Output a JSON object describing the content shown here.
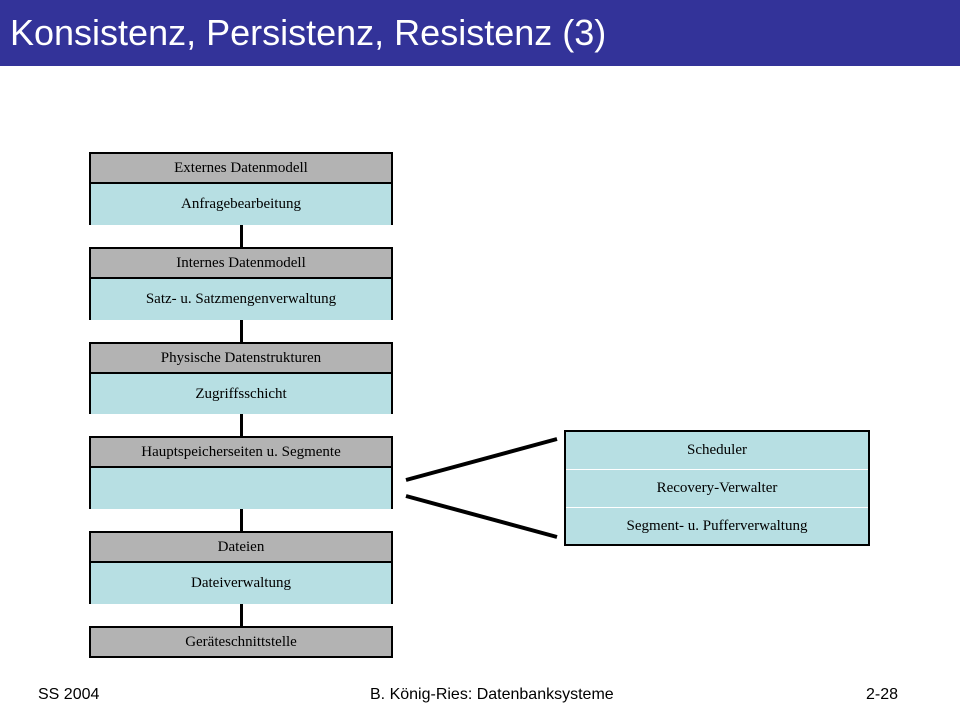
{
  "slide": {
    "title": "Konsistenz, Persistenz, Resistenz (3)"
  },
  "layers": [
    {
      "head": "Externes Datenmodell",
      "body": "Anfragebearbeitung"
    },
    {
      "head": "Internes Datenmodell",
      "body": "Satz- u. Satzmengenverwaltung"
    },
    {
      "head": "Physische Datenstrukturen",
      "body": "Zugriffsschicht"
    },
    {
      "head": "Hauptspeicherseiten u. Segmente",
      "body": ""
    },
    {
      "head": "Dateien",
      "body": "Dateiverwaltung"
    },
    {
      "head": "Geräteschnittstelle"
    }
  ],
  "detail": {
    "items": [
      "Scheduler",
      "Recovery-Verwalter",
      "Segment- u. Pufferverwaltung"
    ]
  },
  "footer": {
    "left": "SS 2004",
    "center": "B. König-Ries: Datenbanksysteme",
    "right": "2-28"
  },
  "colors": {
    "title_bar": "#333399",
    "layer_head": "#b3b3b3",
    "layer_body": "#b7dfe3"
  }
}
